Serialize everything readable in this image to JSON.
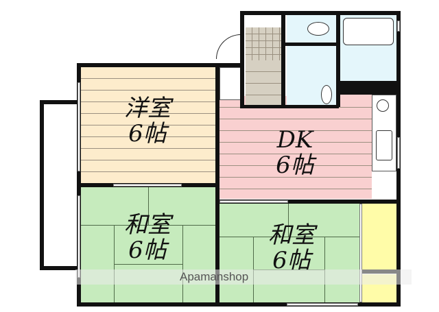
{
  "floorplan": {
    "rooms": [
      {
        "id": "western-room",
        "name": "洋室",
        "size": "6帖",
        "color": "#fdeccc"
      },
      {
        "id": "dk",
        "name": "DK",
        "size": "6帖",
        "color": "#f9d0d0"
      },
      {
        "id": "japanese-room-1",
        "name": "和室",
        "size": "6帖",
        "color": "#c6ebbd"
      },
      {
        "id": "japanese-room-2",
        "name": "和室",
        "size": "6帖",
        "color": "#c6ebbd"
      },
      {
        "id": "closet",
        "name": "",
        "size": "",
        "color": "#fffca8"
      },
      {
        "id": "bathroom",
        "name": "",
        "size": "",
        "color": "#e4f6fb"
      },
      {
        "id": "entrance",
        "name": "",
        "size": "",
        "color": "#d6d0c2"
      }
    ],
    "colors": {
      "wall": "#111111",
      "western_floor": "#fdeccc",
      "dk_floor": "#f9d0d0",
      "tatami": "#c6ebbd",
      "closet": "#fffca8",
      "wet_area": "#e4f6fb",
      "entrance": "#d6d0c2"
    }
  },
  "watermark": {
    "text": "Apamanshop"
  }
}
